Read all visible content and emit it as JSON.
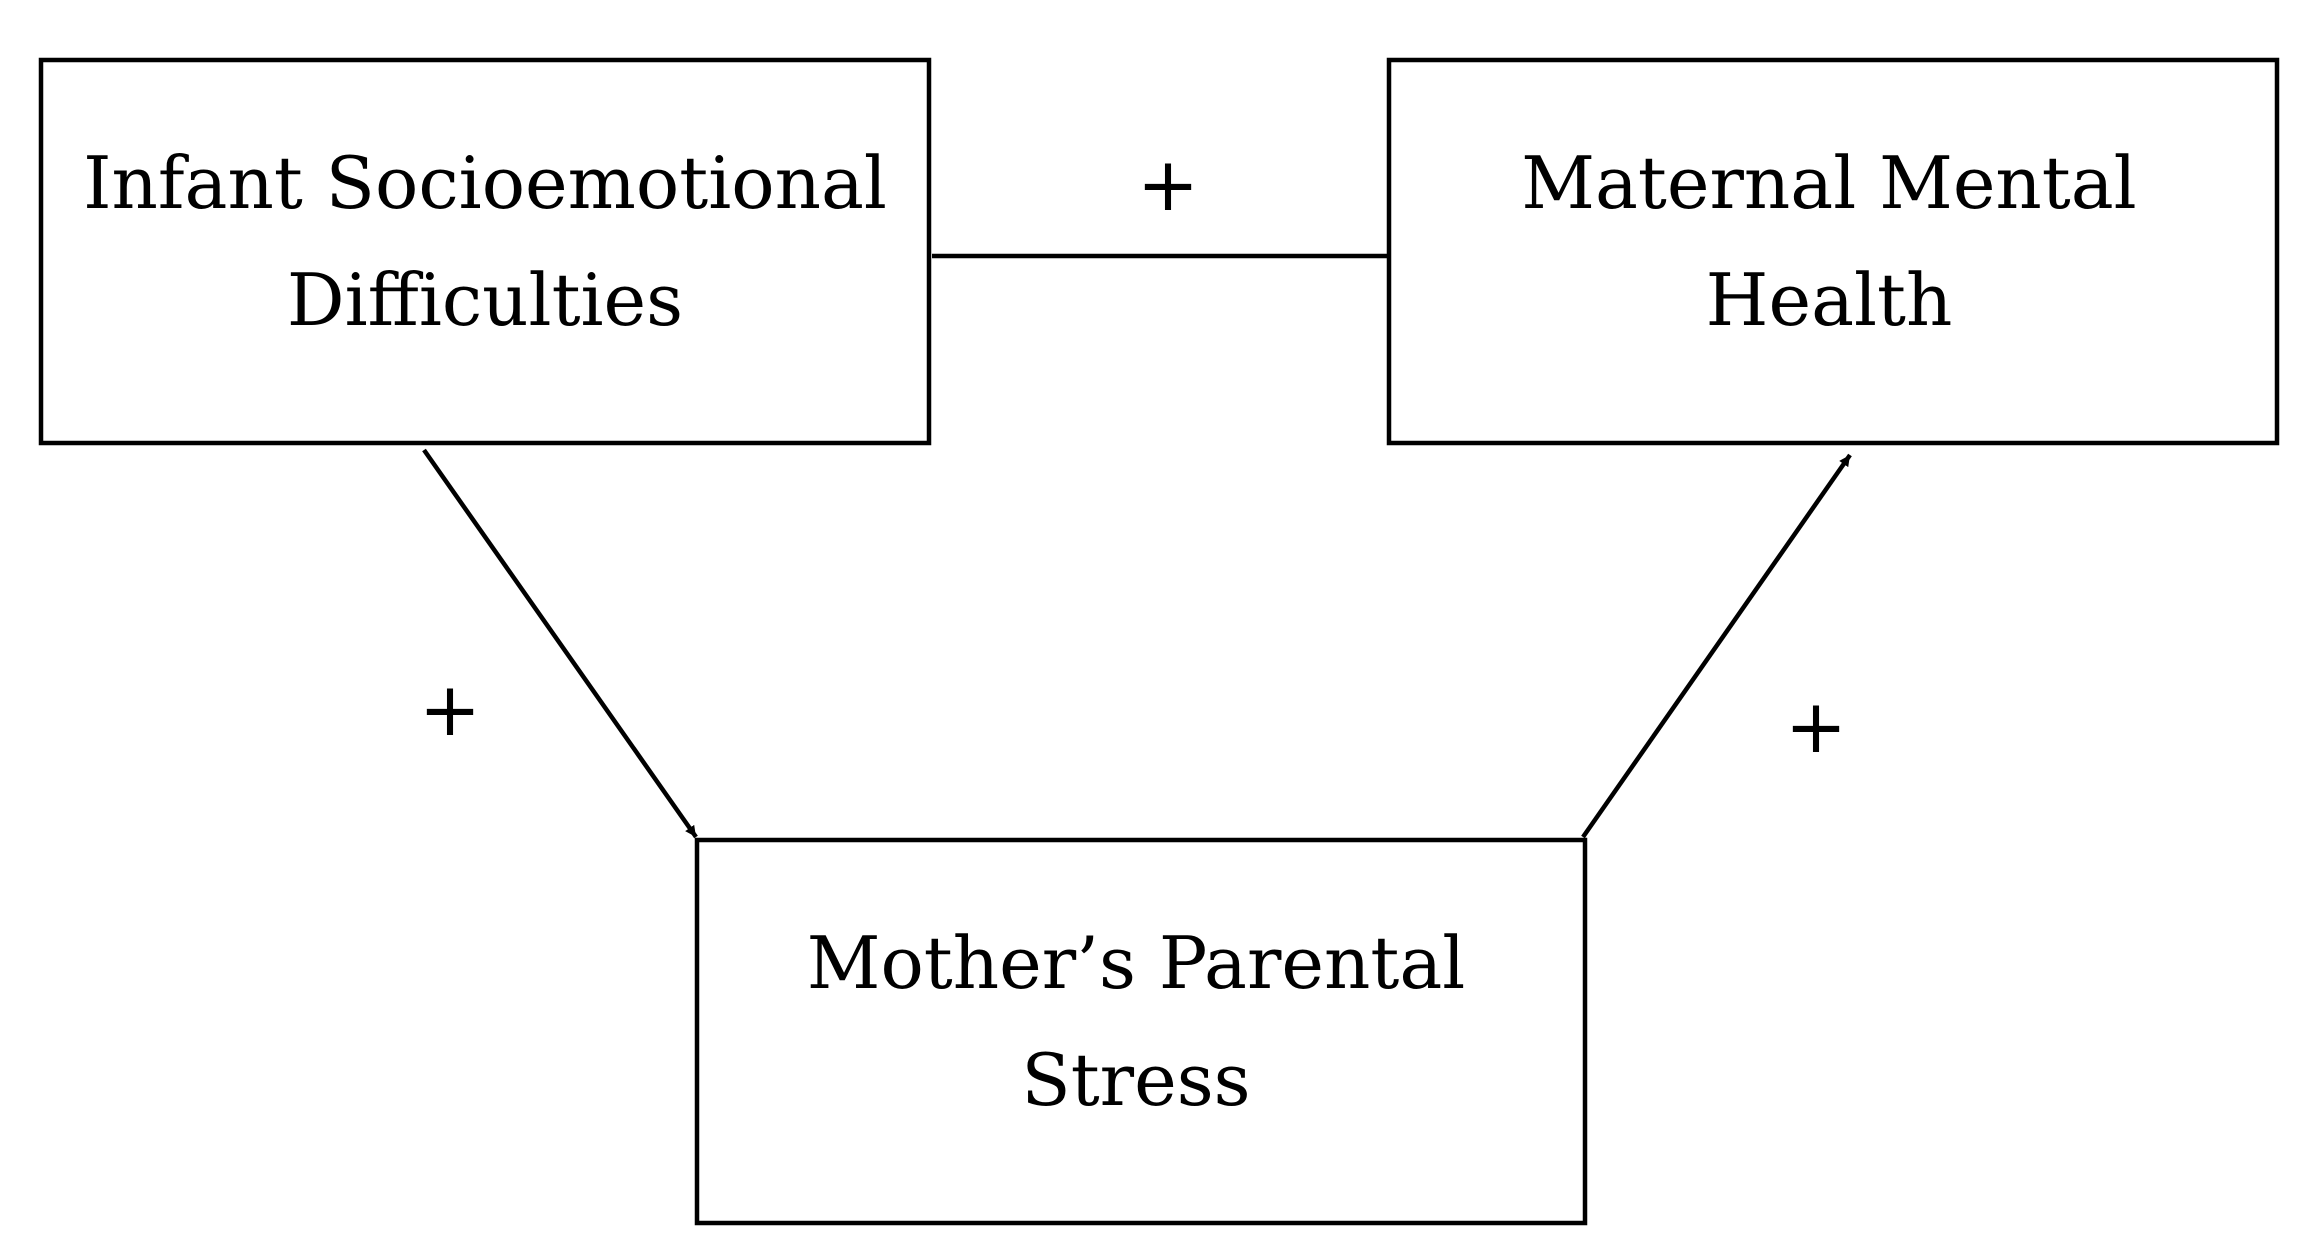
{
  "nodes": {
    "infant": {
      "line1": "Infant Socioemotional",
      "line2": "Difficulties"
    },
    "maternal": {
      "line1": "Maternal Mental",
      "line2": "Health"
    },
    "stress": {
      "line1": "Mother’s Parental",
      "line2": "Stress"
    }
  },
  "edges": {
    "infant_to_maternal": {
      "sign": "+"
    },
    "infant_to_stress": {
      "sign": "+"
    },
    "stress_to_maternal": {
      "sign": "+"
    }
  },
  "colors": {
    "stroke": "#000000",
    "background": "#ffffff"
  }
}
